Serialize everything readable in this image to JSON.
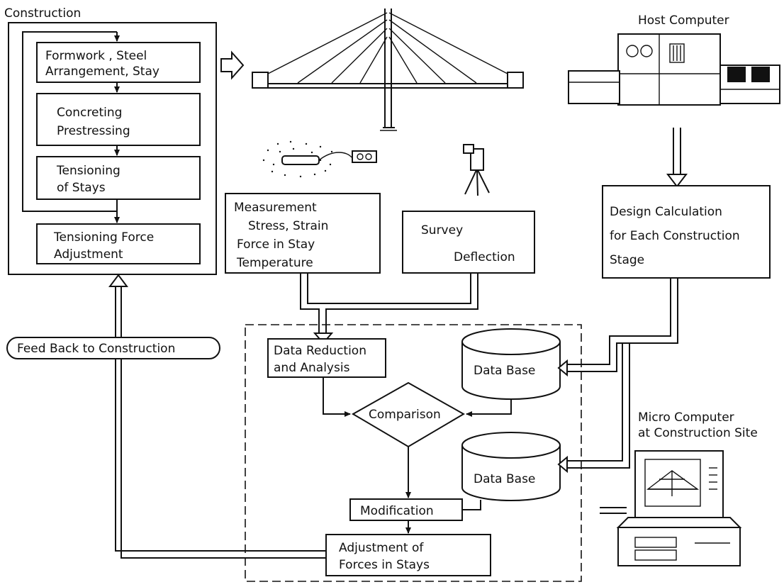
{
  "construction": {
    "title": "Construction",
    "step1": [
      "Formwork , Steel",
      "Arrangement, Stay"
    ],
    "step2": [
      "Concreting",
      "Prestressing"
    ],
    "step3": [
      "Tensioning",
      "of Stays"
    ],
    "step4": [
      "Tensioning Force",
      "Adjustment"
    ]
  },
  "host_computer": {
    "label": "Host  Computer"
  },
  "measurement": {
    "lines": [
      "Measurement",
      "Stress, Strain",
      "Force in Stay",
      "Temperature"
    ]
  },
  "survey": {
    "lines": [
      "Survey",
      "Deflection"
    ]
  },
  "design_calc": {
    "lines": [
      "Design Calculation",
      "for Each Construction",
      "Stage"
    ]
  },
  "feedback": {
    "label": "Feed Back to Construction"
  },
  "data_reduction": {
    "lines": [
      "Data Reduction",
      "and Analysis"
    ]
  },
  "comparison": {
    "label": "Comparison"
  },
  "database_upper": {
    "label": "Data Base"
  },
  "database_lower": {
    "label": "Data Base"
  },
  "modification": {
    "label": "Modification"
  },
  "adjustment": {
    "lines": [
      "Adjustment of",
      "Forces in Stays"
    ]
  },
  "micro_computer": {
    "lines": [
      "Micro Computer",
      "at Construction Site"
    ]
  },
  "colors": {
    "ink": "#111111",
    "paper": "#ffffff"
  }
}
